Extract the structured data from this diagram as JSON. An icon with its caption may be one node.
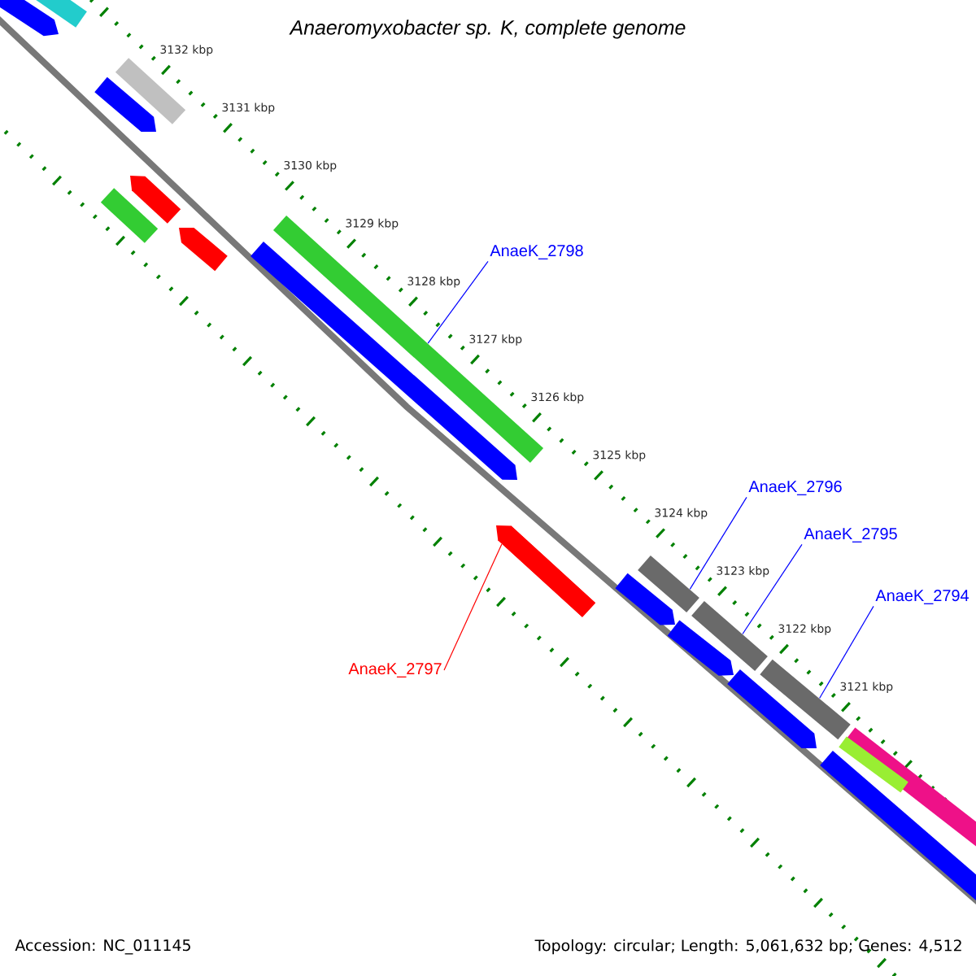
{
  "diagram": {
    "title": "Anaeromyxobacter sp. K, complete genome",
    "nodes": [
      {
        "text": [
          "AnaeK_2798"
        ]
      },
      {
        "text": [],
        "shape": "bar"
      },
      {
        "text": [
          "AnaeK_2797"
        ]
      },
      {
        "text": [],
        "shape": "bar"
      },
      {
        "text": [
          "AnaeK_2796"
        ]
      },
      {
        "text": [],
        "shape": "bar"
      },
      {
        "text": [
          "AnaeK_2795"
        ]
      },
      {
        "text": [],
        "shape": "bar"
      },
      {
        "text": [
          "AnaeK_2794"
        ]
      },
      {
        "text": [],
        "shape": "bar"
      }
    ],
    "edges": [
      {
        "from": 0,
        "to": 1,
        "arrow": "none"
      },
      {
        "from": 2,
        "to": 3,
        "arrow": "none",
        "color": "#ff0000"
      },
      {
        "from": 4,
        "to": 5,
        "arrow": "none"
      },
      {
        "from": 6,
        "to": 7,
        "arrow": "none"
      },
      {
        "from": 8,
        "to": 9,
        "arrow": "none"
      }
    ],
    "labels": [
      "3132 kbp",
      "3131 kbp",
      "3130 kbp",
      "3129 kbp",
      "3128 kbp",
      "3127 kbp",
      "3126 kbp",
      "3125 kbp",
      "3124 kbp",
      "3123 kbp",
      "3122 kbp",
      "3121 kbp",
      "Accession: NC_011145",
      "Topology: circular; Length: 5,061,632 bp; Genes: 4,512"
    ]
  }
}
